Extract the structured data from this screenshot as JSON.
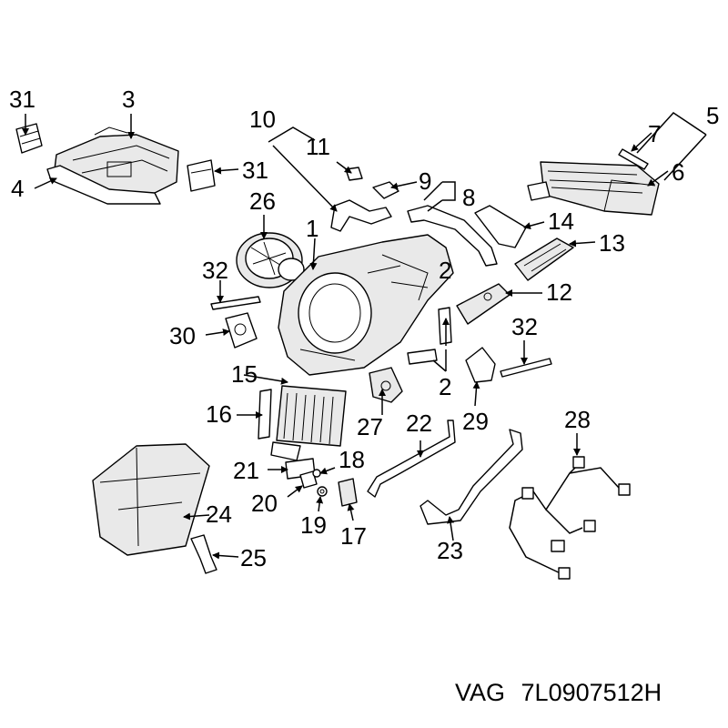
{
  "callouts": {
    "c1": "1",
    "c2a": "2",
    "c2b": "2",
    "c3": "3",
    "c4": "4",
    "c5": "5",
    "c6": "6",
    "c7": "7",
    "c8": "8",
    "c9": "9",
    "c10": "10",
    "c11": "11",
    "c12": "12",
    "c13": "13",
    "c14": "14",
    "c15": "15",
    "c16": "16",
    "c17": "17",
    "c18": "18",
    "c19": "19",
    "c20": "20",
    "c21": "21",
    "c22": "22",
    "c23": "23",
    "c24": "24",
    "c25": "25",
    "c26": "26",
    "c27": "27",
    "c28": "28",
    "c29": "29",
    "c30": "30",
    "c31a": "31",
    "c31b": "31",
    "c32a": "32",
    "c32b": "32"
  },
  "footer": {
    "brand": "VAG",
    "part_number": "7L0907512H"
  }
}
